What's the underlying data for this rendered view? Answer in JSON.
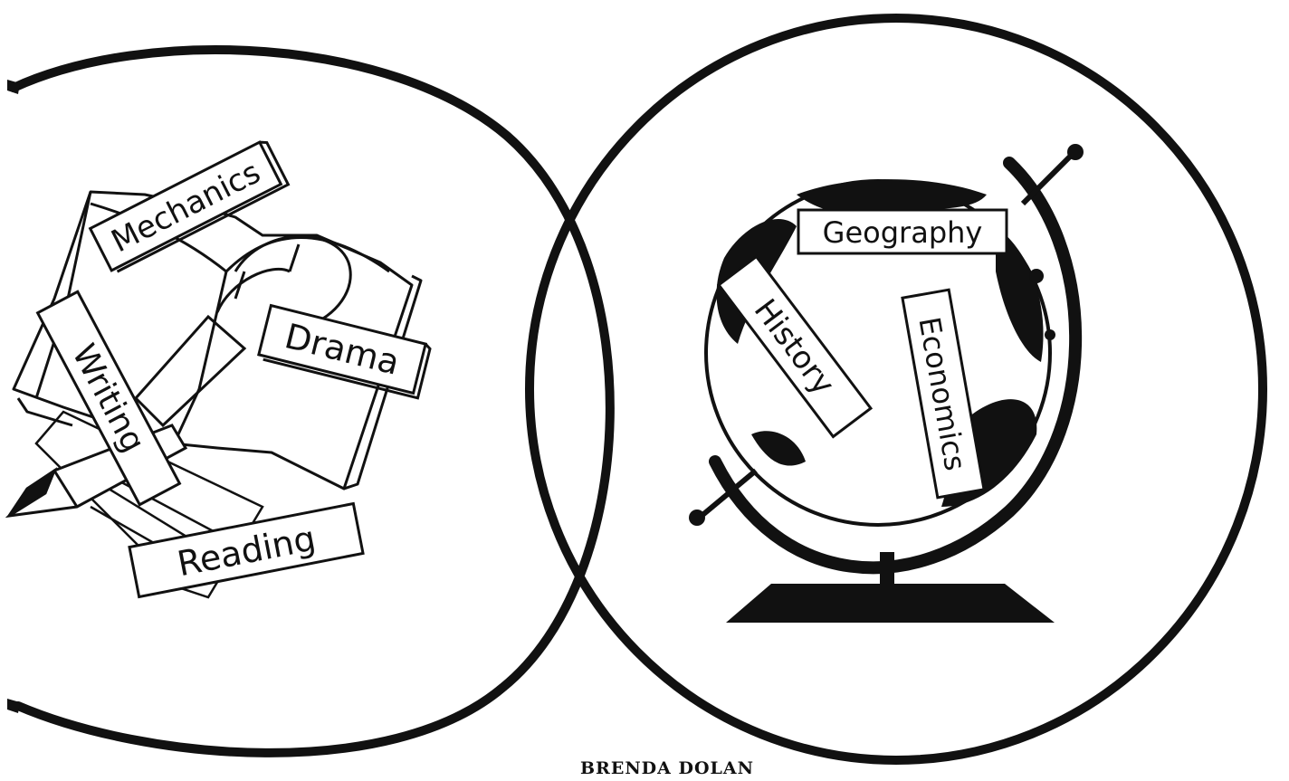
{
  "left_circle": {
    "labels": {
      "mechanics": "Mechanics",
      "writing": "Writing",
      "drama": "Drama",
      "reading": "Reading"
    }
  },
  "right_circle": {
    "labels": {
      "geography": "Geography",
      "history": "History",
      "economics": "Economics"
    }
  },
  "credit": "BRENDA DOLAN",
  "colors": {
    "ink": "#111111",
    "paper": "#ffffff"
  }
}
